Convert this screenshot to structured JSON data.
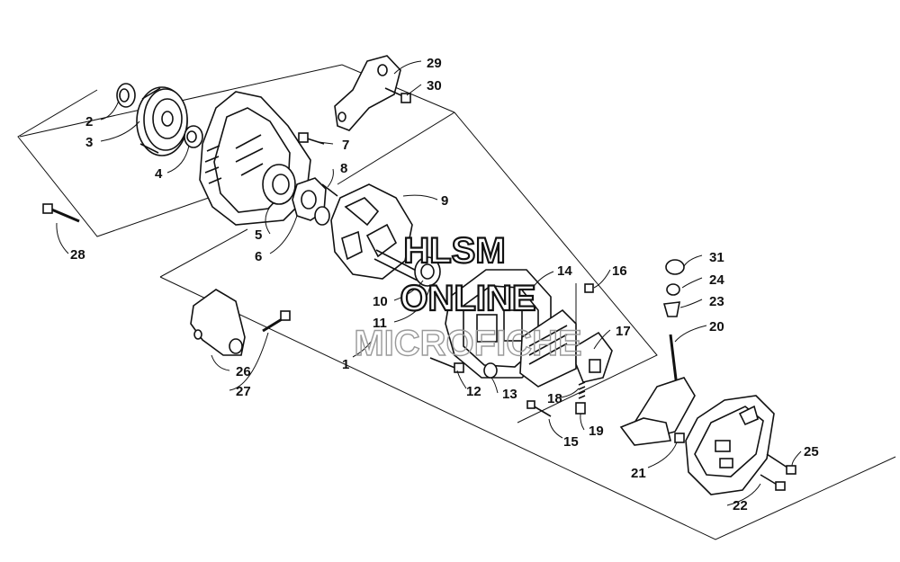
{
  "diagram": {
    "callouts": [
      {
        "id": "1",
        "label": "1"
      },
      {
        "id": "2",
        "label": "2"
      },
      {
        "id": "3",
        "label": "3"
      },
      {
        "id": "4",
        "label": "4"
      },
      {
        "id": "5",
        "label": "5"
      },
      {
        "id": "6",
        "label": "6"
      },
      {
        "id": "7",
        "label": "7"
      },
      {
        "id": "8",
        "label": "8"
      },
      {
        "id": "9",
        "label": "9"
      },
      {
        "id": "10",
        "label": "10"
      },
      {
        "id": "11",
        "label": "11"
      },
      {
        "id": "12",
        "label": "12"
      },
      {
        "id": "13",
        "label": "13"
      },
      {
        "id": "14",
        "label": "14"
      },
      {
        "id": "15",
        "label": "15"
      },
      {
        "id": "16",
        "label": "16"
      },
      {
        "id": "17",
        "label": "17"
      },
      {
        "id": "18",
        "label": "18"
      },
      {
        "id": "19",
        "label": "19"
      },
      {
        "id": "20",
        "label": "20"
      },
      {
        "id": "21",
        "label": "21"
      },
      {
        "id": "22",
        "label": "22"
      },
      {
        "id": "23",
        "label": "23"
      },
      {
        "id": "24",
        "label": "24"
      },
      {
        "id": "25",
        "label": "25"
      },
      {
        "id": "26",
        "label": "26"
      },
      {
        "id": "27",
        "label": "27"
      },
      {
        "id": "28",
        "label": "28"
      },
      {
        "id": "29",
        "label": "29"
      },
      {
        "id": "30",
        "label": "30"
      },
      {
        "id": "31",
        "label": "31"
      }
    ]
  },
  "watermark": {
    "line1": "HLSM",
    "line2": "ONLINE",
    "line3": "MICROFICHE"
  }
}
